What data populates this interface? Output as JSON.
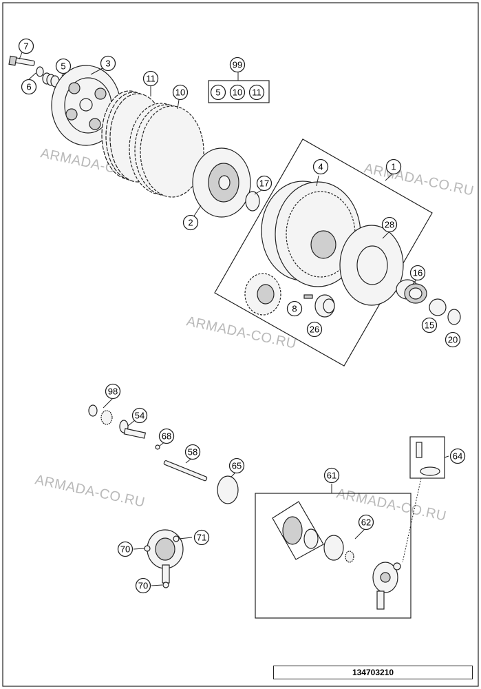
{
  "document_number": "134703210",
  "watermark_text": "ARMADA-CO.RU",
  "callouts": {
    "c1": "1",
    "c2": "2",
    "c3": "3",
    "c4": "4",
    "c5": "5",
    "c5b": "5",
    "c6": "6",
    "c7": "7",
    "c8": "8",
    "c10": "10",
    "c10b": "10",
    "c11": "11",
    "c11b": "11",
    "c15": "15",
    "c16": "16",
    "c17": "17",
    "c20": "20",
    "c26": "26",
    "c28": "28",
    "c54": "54",
    "c58": "58",
    "c61": "61",
    "c62": "62",
    "c64": "64",
    "c65": "65",
    "c68": "68",
    "c70": "70",
    "c70b": "70",
    "c71": "71",
    "c98": "98",
    "c99": "99"
  },
  "colors": {
    "line": "#222222",
    "watermark": "#b9b9b9",
    "background": "#ffffff"
  }
}
